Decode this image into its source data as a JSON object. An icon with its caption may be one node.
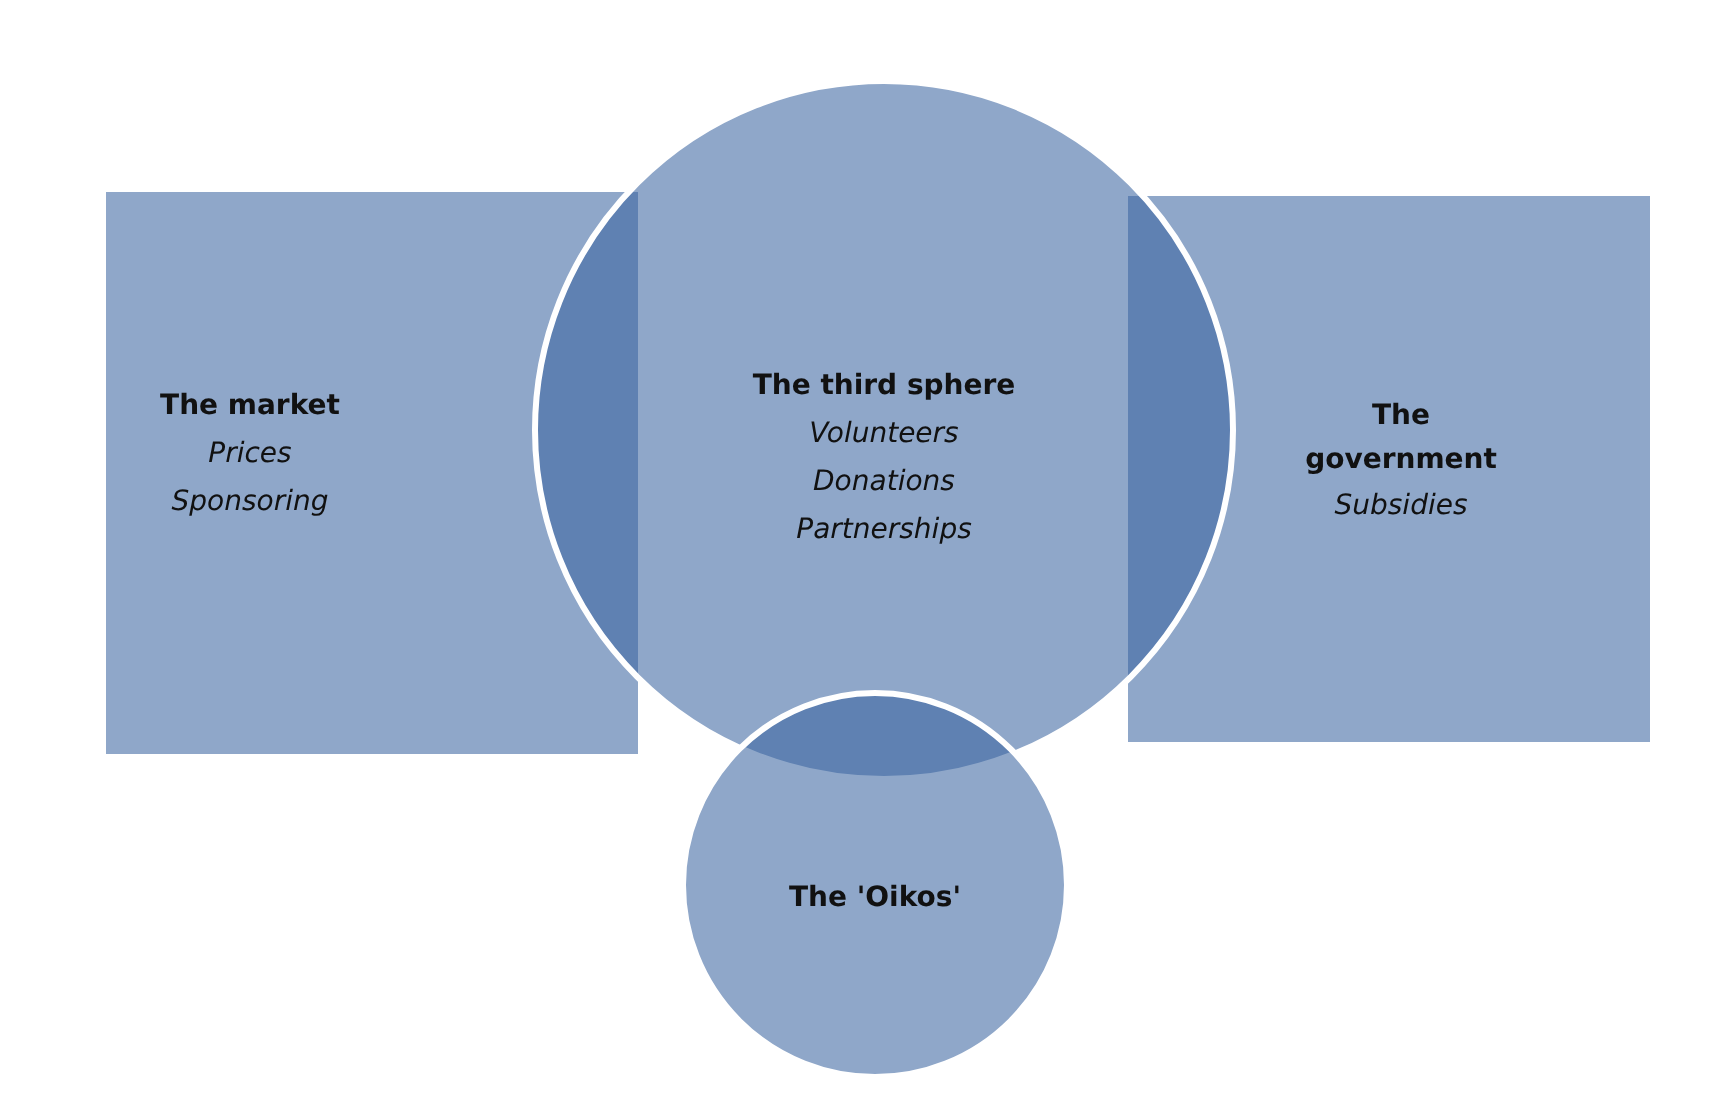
{
  "diagram": {
    "nodes": [
      {
        "text": [
          "The market",
          "Prices",
          "Sponsoring"
        ]
      },
      {
        "text": [
          "The third sphere",
          "Volunteers",
          "Donations",
          "Partnerships"
        ]
      },
      {
        "text": [
          "The government",
          "Subsidies"
        ]
      },
      {
        "text": [
          "The 'Oikos'"
        ]
      }
    ],
    "edges": []
  }
}
